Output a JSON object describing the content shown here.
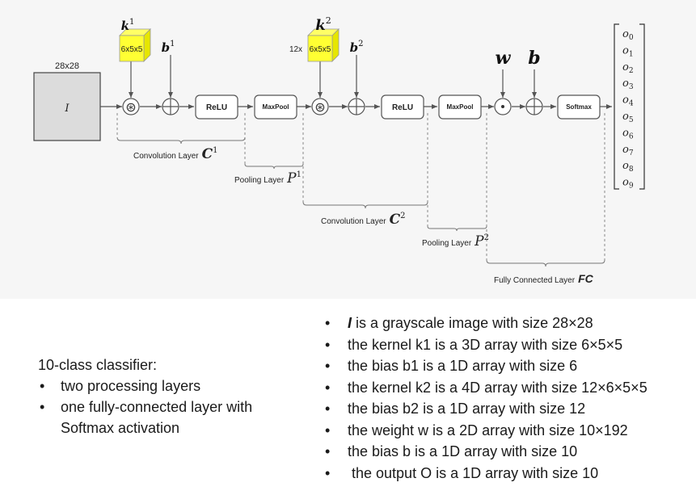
{
  "diagram": {
    "input_size": "28x28",
    "input_label": "I",
    "kernel1": {
      "label": "k",
      "sup": "1",
      "box": "6x5x5"
    },
    "bias1": {
      "label": "b",
      "sup": "1"
    },
    "kernel2": {
      "label": "k",
      "sup": "2",
      "box": "6x5x5",
      "prefix": "12x"
    },
    "bias2": {
      "label": "b",
      "sup": "2"
    },
    "weight": "w",
    "bias_fc": "b",
    "relu1": "ReLU",
    "maxpool1": "MaxPool",
    "relu2": "ReLU",
    "maxpool2": "MaxPool",
    "softmax": "Softmax",
    "outputs": [
      "o",
      "o",
      "o",
      "o",
      "o",
      "o",
      "o",
      "o",
      "o",
      "o"
    ],
    "output_subs": [
      "0",
      "1",
      "2",
      "3",
      "4",
      "5",
      "6",
      "7",
      "8",
      "9"
    ],
    "conv1": {
      "text": "Convolution Layer",
      "sym": "C",
      "sup": "1"
    },
    "pool1": {
      "text": "Pooling Layer",
      "sym": "P",
      "sup": "1"
    },
    "conv2": {
      "text": "Convolution Layer",
      "sym": "C",
      "sup": "2"
    },
    "pool2": {
      "text": "Pooling Layer",
      "sym": "P",
      "sup": "2"
    },
    "fc": {
      "text": "Fully Connected Layer",
      "sym": "FC"
    }
  },
  "left_note": {
    "heading": "10-class classifier:",
    "items": [
      "two processing layers",
      "one fully-connected layer with Softmax activation"
    ]
  },
  "right_note": {
    "item0_bold": "I",
    "item0_rest": " is a grayscale image with size 28×28",
    "items": [
      "the kernel k1 is a 3D array with size 6×5×5",
      "the bias b1 is a 1D array with size 6",
      "the kernel k2 is a 4D array with size 12×6×5×5",
      "the bias b2 is a 1D array with size 12",
      "the weight w is a 2D array with size 10×192",
      "the bias b is a 1D array with size 10",
      " the output O is a 1D array with size 10"
    ]
  },
  "colors": {
    "kernel_fill": "#ffff33",
    "background": "#f6f6f6",
    "line": "#555555"
  }
}
